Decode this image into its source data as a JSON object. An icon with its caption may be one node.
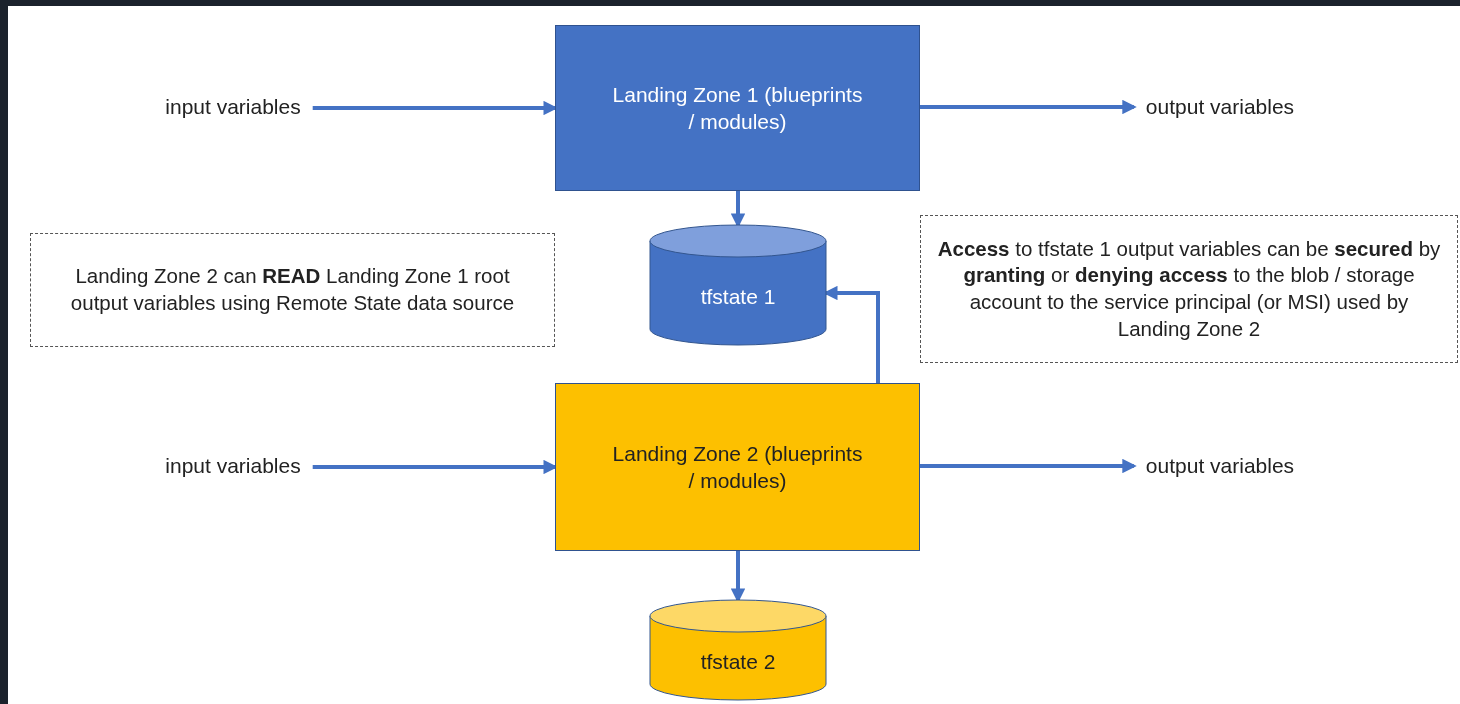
{
  "diagram": {
    "nodes": [
      {
        "text": [
          "input variables"
        ]
      },
      {
        "text": [
          "Landing Zone 1 (blueprints / modules)"
        ]
      },
      {
        "text": [
          "output variables"
        ]
      },
      {
        "text": [
          "tfstate 1"
        ]
      },
      {
        "text": [
          "Landing Zone 2 can **READ** Landing Zone 1 root output variables using Remote State data source"
        ]
      },
      {
        "text": [
          "**Access** to tfstate 1 output variables can be **secured** by **granting** or **denying access** to the blob / storage account to the service principal (or MSI) used by Landing Zone 2"
        ]
      },
      {
        "text": [
          "input variables"
        ]
      },
      {
        "text": [
          "Landing Zone 2 (blueprints / modules)"
        ]
      },
      {
        "text": [
          "output variables"
        ]
      },
      {
        "text": [
          "tfstate 2"
        ]
      }
    ],
    "edges": [
      {
        "from": 0,
        "to": 1,
        "arrow": "to"
      },
      {
        "from": 1,
        "to": 2,
        "arrow": "to"
      },
      {
        "from": 1,
        "to": 3,
        "arrow": "to"
      },
      {
        "from": 7,
        "to": 3,
        "arrow": "to"
      },
      {
        "from": 6,
        "to": 7,
        "arrow": "to"
      },
      {
        "from": 7,
        "to": 8,
        "arrow": "to"
      },
      {
        "from": 7,
        "to": 9,
        "arrow": "to"
      }
    ]
  }
}
